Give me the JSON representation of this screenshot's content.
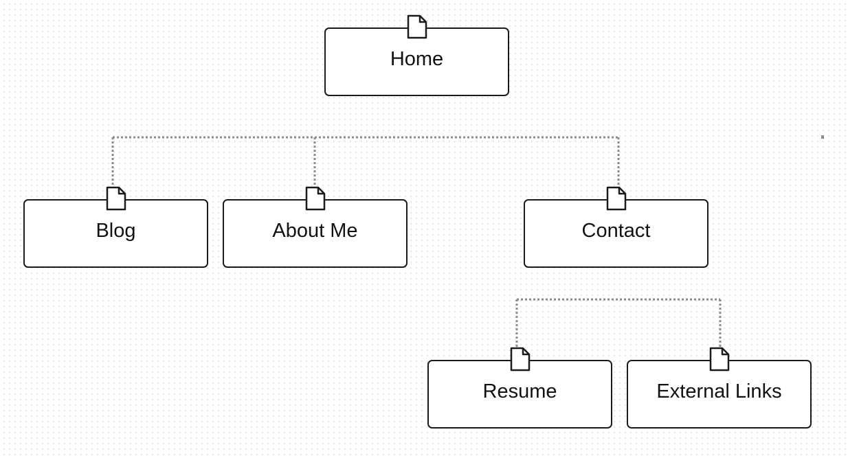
{
  "sitemap": {
    "root": {
      "label": "Home"
    },
    "level1": [
      {
        "label": "Blog"
      },
      {
        "label": "About Me"
      },
      {
        "label": "Contact"
      }
    ],
    "contact_children": [
      {
        "label": "Resume"
      },
      {
        "label": "External Links"
      }
    ]
  },
  "icons": {
    "page": "page-icon"
  },
  "colors": {
    "node_border": "#1a1a1a",
    "connector": "#8c8c8c",
    "grid_dot": "#e6e6e6",
    "background": "#ffffff"
  }
}
